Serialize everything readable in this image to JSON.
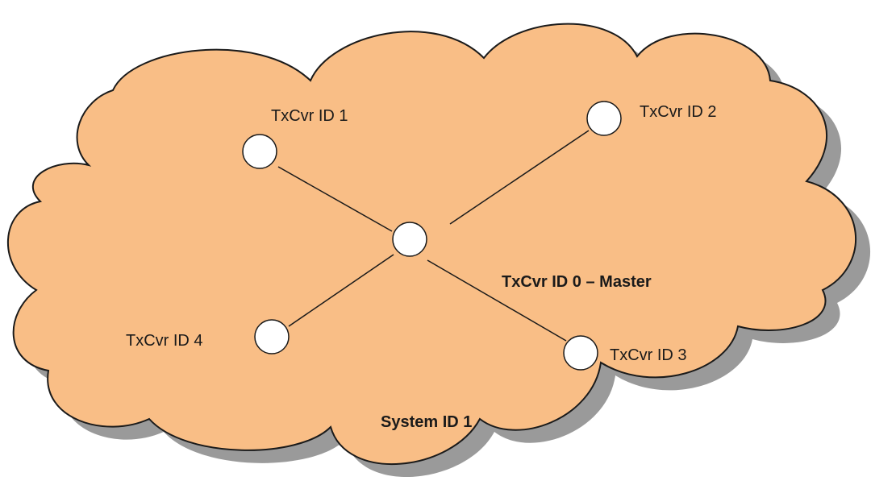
{
  "colors": {
    "cloud_fill": "#f9be86",
    "cloud_shadow": "#9a9a9a",
    "outline": "#1a1a1a",
    "node_fill": "#ffffff",
    "link_line": "#1a1a1a"
  },
  "network": {
    "system_label": "System ID 1",
    "master_label": "TxCvr ID 0 – Master",
    "nodes": [
      {
        "id": "master",
        "label": ""
      },
      {
        "id": "txcvr-1",
        "label": "TxCvr ID 1"
      },
      {
        "id": "txcvr-2",
        "label": "TxCvr ID 2"
      },
      {
        "id": "txcvr-3",
        "label": "TxCvr ID 3"
      },
      {
        "id": "txcvr-4",
        "label": "TxCvr ID 4"
      }
    ]
  }
}
